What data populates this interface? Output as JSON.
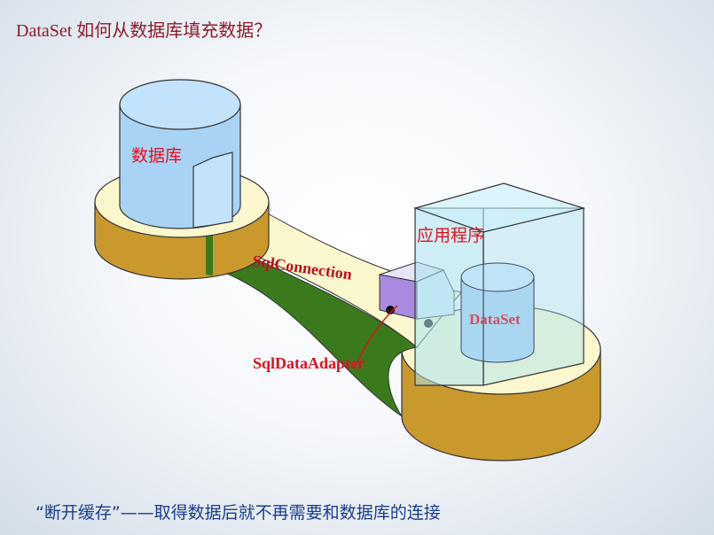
{
  "title": "DataSet 如何从数据库填充数据？",
  "diagram": {
    "database_label": "数据库",
    "connection_label": "SqlConnection",
    "adapter_label": "SqlDataAdapter",
    "application_label": "应用程序",
    "dataset_label": "DataSet"
  },
  "footer": "“断开缓存”——取得数据后就不再需要和数据库的连接",
  "colors": {
    "title": "#8e1b2b",
    "label": "#e01020",
    "footer": "#1b3b8f"
  }
}
